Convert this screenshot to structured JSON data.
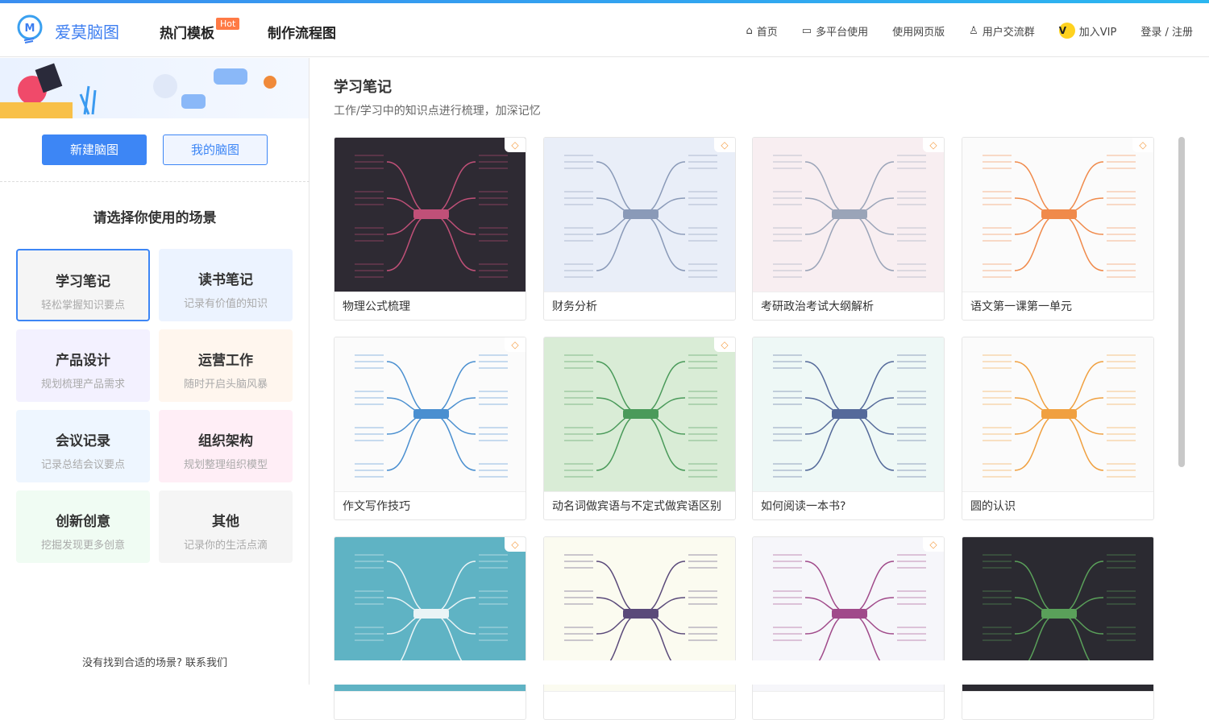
{
  "header": {
    "brand": "爱莫脑图",
    "nav": [
      {
        "label": "热门模板",
        "badge": "Hot"
      },
      {
        "label": "制作流程图"
      }
    ],
    "right_nav": [
      {
        "icon": "home-icon",
        "label": "首页"
      },
      {
        "icon": "devices-icon",
        "label": "多平台使用"
      },
      {
        "icon": "",
        "label": "使用网页版"
      },
      {
        "icon": "qq-icon",
        "label": "用户交流群"
      },
      {
        "icon": "vip-icon",
        "icon_text": "V",
        "label": "加入VIP"
      },
      {
        "icon": "",
        "label": "登录 / 注册"
      }
    ]
  },
  "sidebar": {
    "new_button": "新建脑图",
    "my_button": "我的脑图",
    "scene_title": "请选择你使用的场景",
    "scenes": [
      {
        "title": "学习笔记",
        "sub": "轻松掌握知识要点",
        "bg": "#f5f5f5",
        "active": true
      },
      {
        "title": "读书笔记",
        "sub": "记录有价值的知识",
        "bg": "#ecf3ff"
      },
      {
        "title": "产品设计",
        "sub": "规划梳理产品需求",
        "bg": "#f3f1ff"
      },
      {
        "title": "运营工作",
        "sub": "随时开启头脑风暴",
        "bg": "#fff6ee"
      },
      {
        "title": "会议记录",
        "sub": "记录总结会议要点",
        "bg": "#eef6ff"
      },
      {
        "title": "组织架构",
        "sub": "规划整理组织模型",
        "bg": "#ffeef6"
      },
      {
        "title": "创新创意",
        "sub": "挖掘发现更多创意",
        "bg": "#f0fcf3"
      },
      {
        "title": "其他",
        "sub": "记录你的生活点滴",
        "bg": "#f5f5f5"
      }
    ],
    "footer": "没有找到合适的场景? 联系我们"
  },
  "main": {
    "title": "学习笔记",
    "subtitle": "工作/学习中的知识点进行梳理，加深记忆",
    "templates": [
      {
        "label": "物理公式梳理",
        "bg": "#2e2a33",
        "line": "#c05078",
        "premium": true
      },
      {
        "label": "财务分析",
        "bg": "#e9eef8",
        "line": "#8a9ab8",
        "premium": true
      },
      {
        "label": "考研政治考试大纲解析",
        "bg": "#f8eef1",
        "line": "#9aa4b8",
        "premium": true
      },
      {
        "label": "语文第一课第一单元",
        "bg": "#fbfbfb",
        "line": "#f08a4b",
        "premium": true
      },
      {
        "label": "作文写作技巧",
        "bg": "#fbfbfb",
        "line": "#4a8fd0",
        "premium": true
      },
      {
        "label": "动名词做宾语与不定式做宾语区别",
        "bg": "#d9ecd6",
        "line": "#4a9a5a",
        "premium": true
      },
      {
        "label": "如何阅读一本书?",
        "bg": "#eef8f6",
        "line": "#556a9a",
        "premium": false
      },
      {
        "label": "圆的认识",
        "bg": "#fbfbfb",
        "line": "#f0a040",
        "premium": false
      },
      {
        "label": "",
        "bg": "#5fb3c4",
        "line": "#eaf4f6",
        "premium": true
      },
      {
        "label": "",
        "bg": "#fbfbf0",
        "line": "#5a4a7a",
        "premium": false
      },
      {
        "label": "",
        "bg": "#f6f6fa",
        "line": "#a04a8a",
        "premium": true
      },
      {
        "label": "",
        "bg": "#2b2a31",
        "line": "#5aa05a",
        "premium": false
      }
    ]
  },
  "colors": {
    "accent": "#3d86f5",
    "hot": "#ff7a45",
    "premium": "#f5a04a"
  }
}
